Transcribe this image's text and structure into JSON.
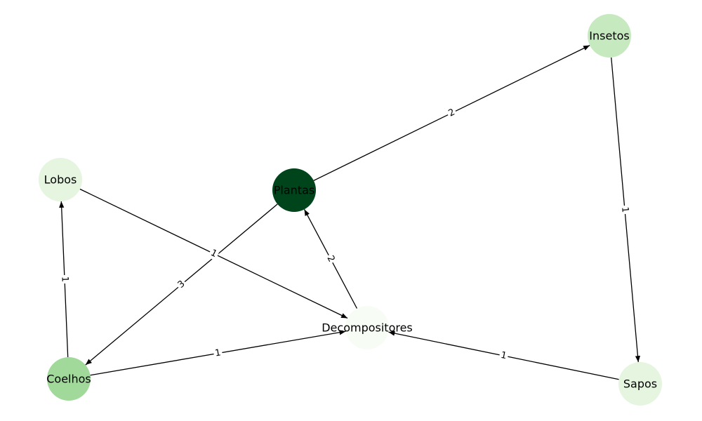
{
  "graph": {
    "directed": true,
    "nodes": [
      {
        "id": "Insetos",
        "label": "Insetos",
        "color": "#c7e9c0"
      },
      {
        "id": "Lobos",
        "label": "Lobos",
        "color": "#e5f5e0"
      },
      {
        "id": "Plantas",
        "label": "Plantas",
        "color": "#00441b"
      },
      {
        "id": "Decompositores",
        "label": "Decompositores",
        "color": "#f7fcf5"
      },
      {
        "id": "Coelhos",
        "label": "Coelhos",
        "color": "#a1d99b"
      },
      {
        "id": "Sapos",
        "label": "Sapos",
        "color": "#e5f5e0"
      }
    ],
    "edges": [
      {
        "source": "Plantas",
        "target": "Insetos",
        "weight": "2"
      },
      {
        "source": "Plantas",
        "target": "Coelhos",
        "weight": "3"
      },
      {
        "source": "Insetos",
        "target": "Sapos",
        "weight": "1"
      },
      {
        "source": "Lobos",
        "target": "Decompositores",
        "weight": "1"
      },
      {
        "source": "Coelhos",
        "target": "Lobos",
        "weight": "1"
      },
      {
        "source": "Coelhos",
        "target": "Decompositores",
        "weight": "1"
      },
      {
        "source": "Sapos",
        "target": "Decompositores",
        "weight": "1"
      },
      {
        "source": "Decompositores",
        "target": "Plantas",
        "weight": "2"
      }
    ]
  }
}
